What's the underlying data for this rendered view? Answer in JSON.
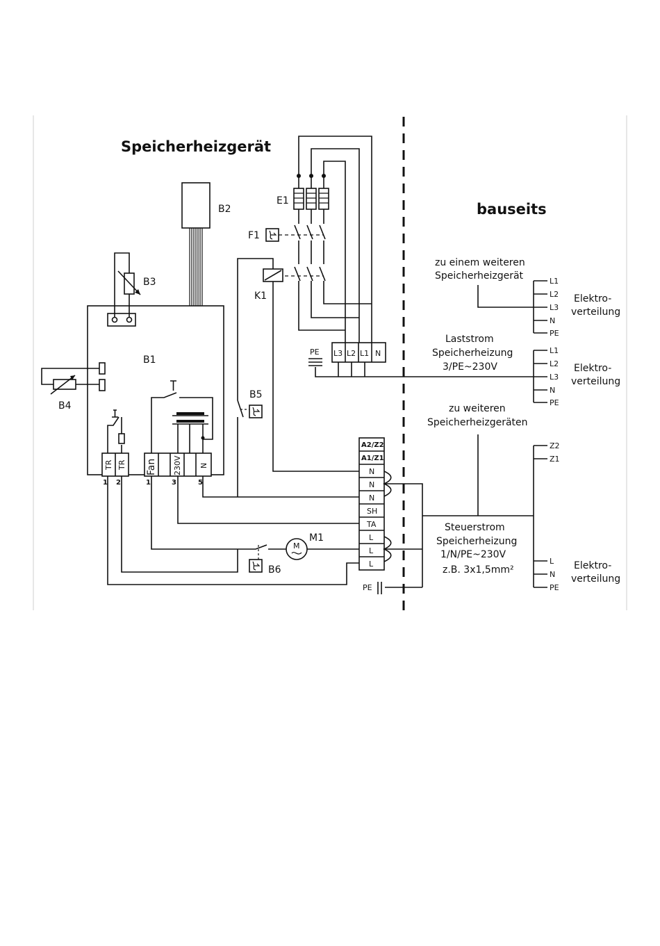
{
  "title_device": "Speicherheizgerät",
  "title_site": "bauseits",
  "components": {
    "B1": "B1",
    "B2": "B2",
    "B3": "B3",
    "B4": "B4",
    "B5": "B5",
    "B6": "B6",
    "E1": "E1",
    "F1": "F1",
    "K1": "K1",
    "M1": "M1",
    "PE": "PE"
  },
  "b1_terminals": {
    "tr1": "TR",
    "tr2": "TR",
    "fan": "Fan",
    "v230": "230V",
    "n": "N",
    "num1": "1",
    "num2": "2",
    "num3": "1",
    "num4": "3",
    "num5": "5"
  },
  "load_terminals": [
    "L3",
    "L2",
    "L1",
    "N"
  ],
  "control_terminals": [
    "A2/Z2",
    "A1/Z1",
    "N",
    "N",
    "N",
    "SH",
    "TA",
    "L",
    "L",
    "L"
  ],
  "motor_symbol": "M",
  "right_side": {
    "further_device_1": "zu einem weiteren",
    "further_device_2": "Speicherheizgerät",
    "load_current_1": "Laststrom",
    "load_current_2": "Speicherheizung",
    "load_current_3": "3/PE~230V",
    "further_devices_1": "zu weiteren",
    "further_devices_2": "Speicherheizgeräten",
    "control_current_1": "Steuerstrom",
    "control_current_2": "Speicherheizung",
    "control_current_3": "1/N/PE~230V",
    "control_current_4": "z.B. 3x1,5mm²",
    "distribution_1": "Elektro-",
    "distribution_2": "verteilung",
    "group1": [
      "L1",
      "L2",
      "L3",
      "N",
      "PE"
    ],
    "group2": [
      "L1",
      "L2",
      "L3",
      "N",
      "PE"
    ],
    "group3": [
      "Z2",
      "Z1"
    ],
    "group4": [
      "L",
      "N",
      "PE"
    ]
  }
}
